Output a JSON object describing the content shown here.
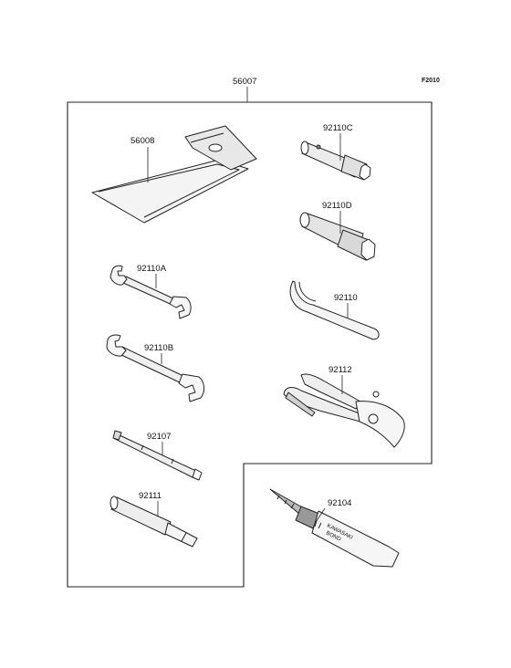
{
  "figure_code": "F2010",
  "kit_label": "56007",
  "parts": [
    {
      "id": "bag",
      "label": "56008"
    },
    {
      "id": "plug-wrench-c",
      "label": "92110C"
    },
    {
      "id": "plug-wrench-d",
      "label": "92110D"
    },
    {
      "id": "wrench-a",
      "label": "92110A"
    },
    {
      "id": "hook-wrench",
      "label": "92110"
    },
    {
      "id": "wrench-b",
      "label": "92110B"
    },
    {
      "id": "pliers",
      "label": "92112"
    },
    {
      "id": "screwdriver",
      "label": "92107"
    },
    {
      "id": "handle",
      "label": "92111"
    },
    {
      "id": "bond-tube",
      "label": "92104"
    }
  ],
  "tube_print": {
    "line1": "KAWASAKI",
    "line2": "BOND"
  }
}
